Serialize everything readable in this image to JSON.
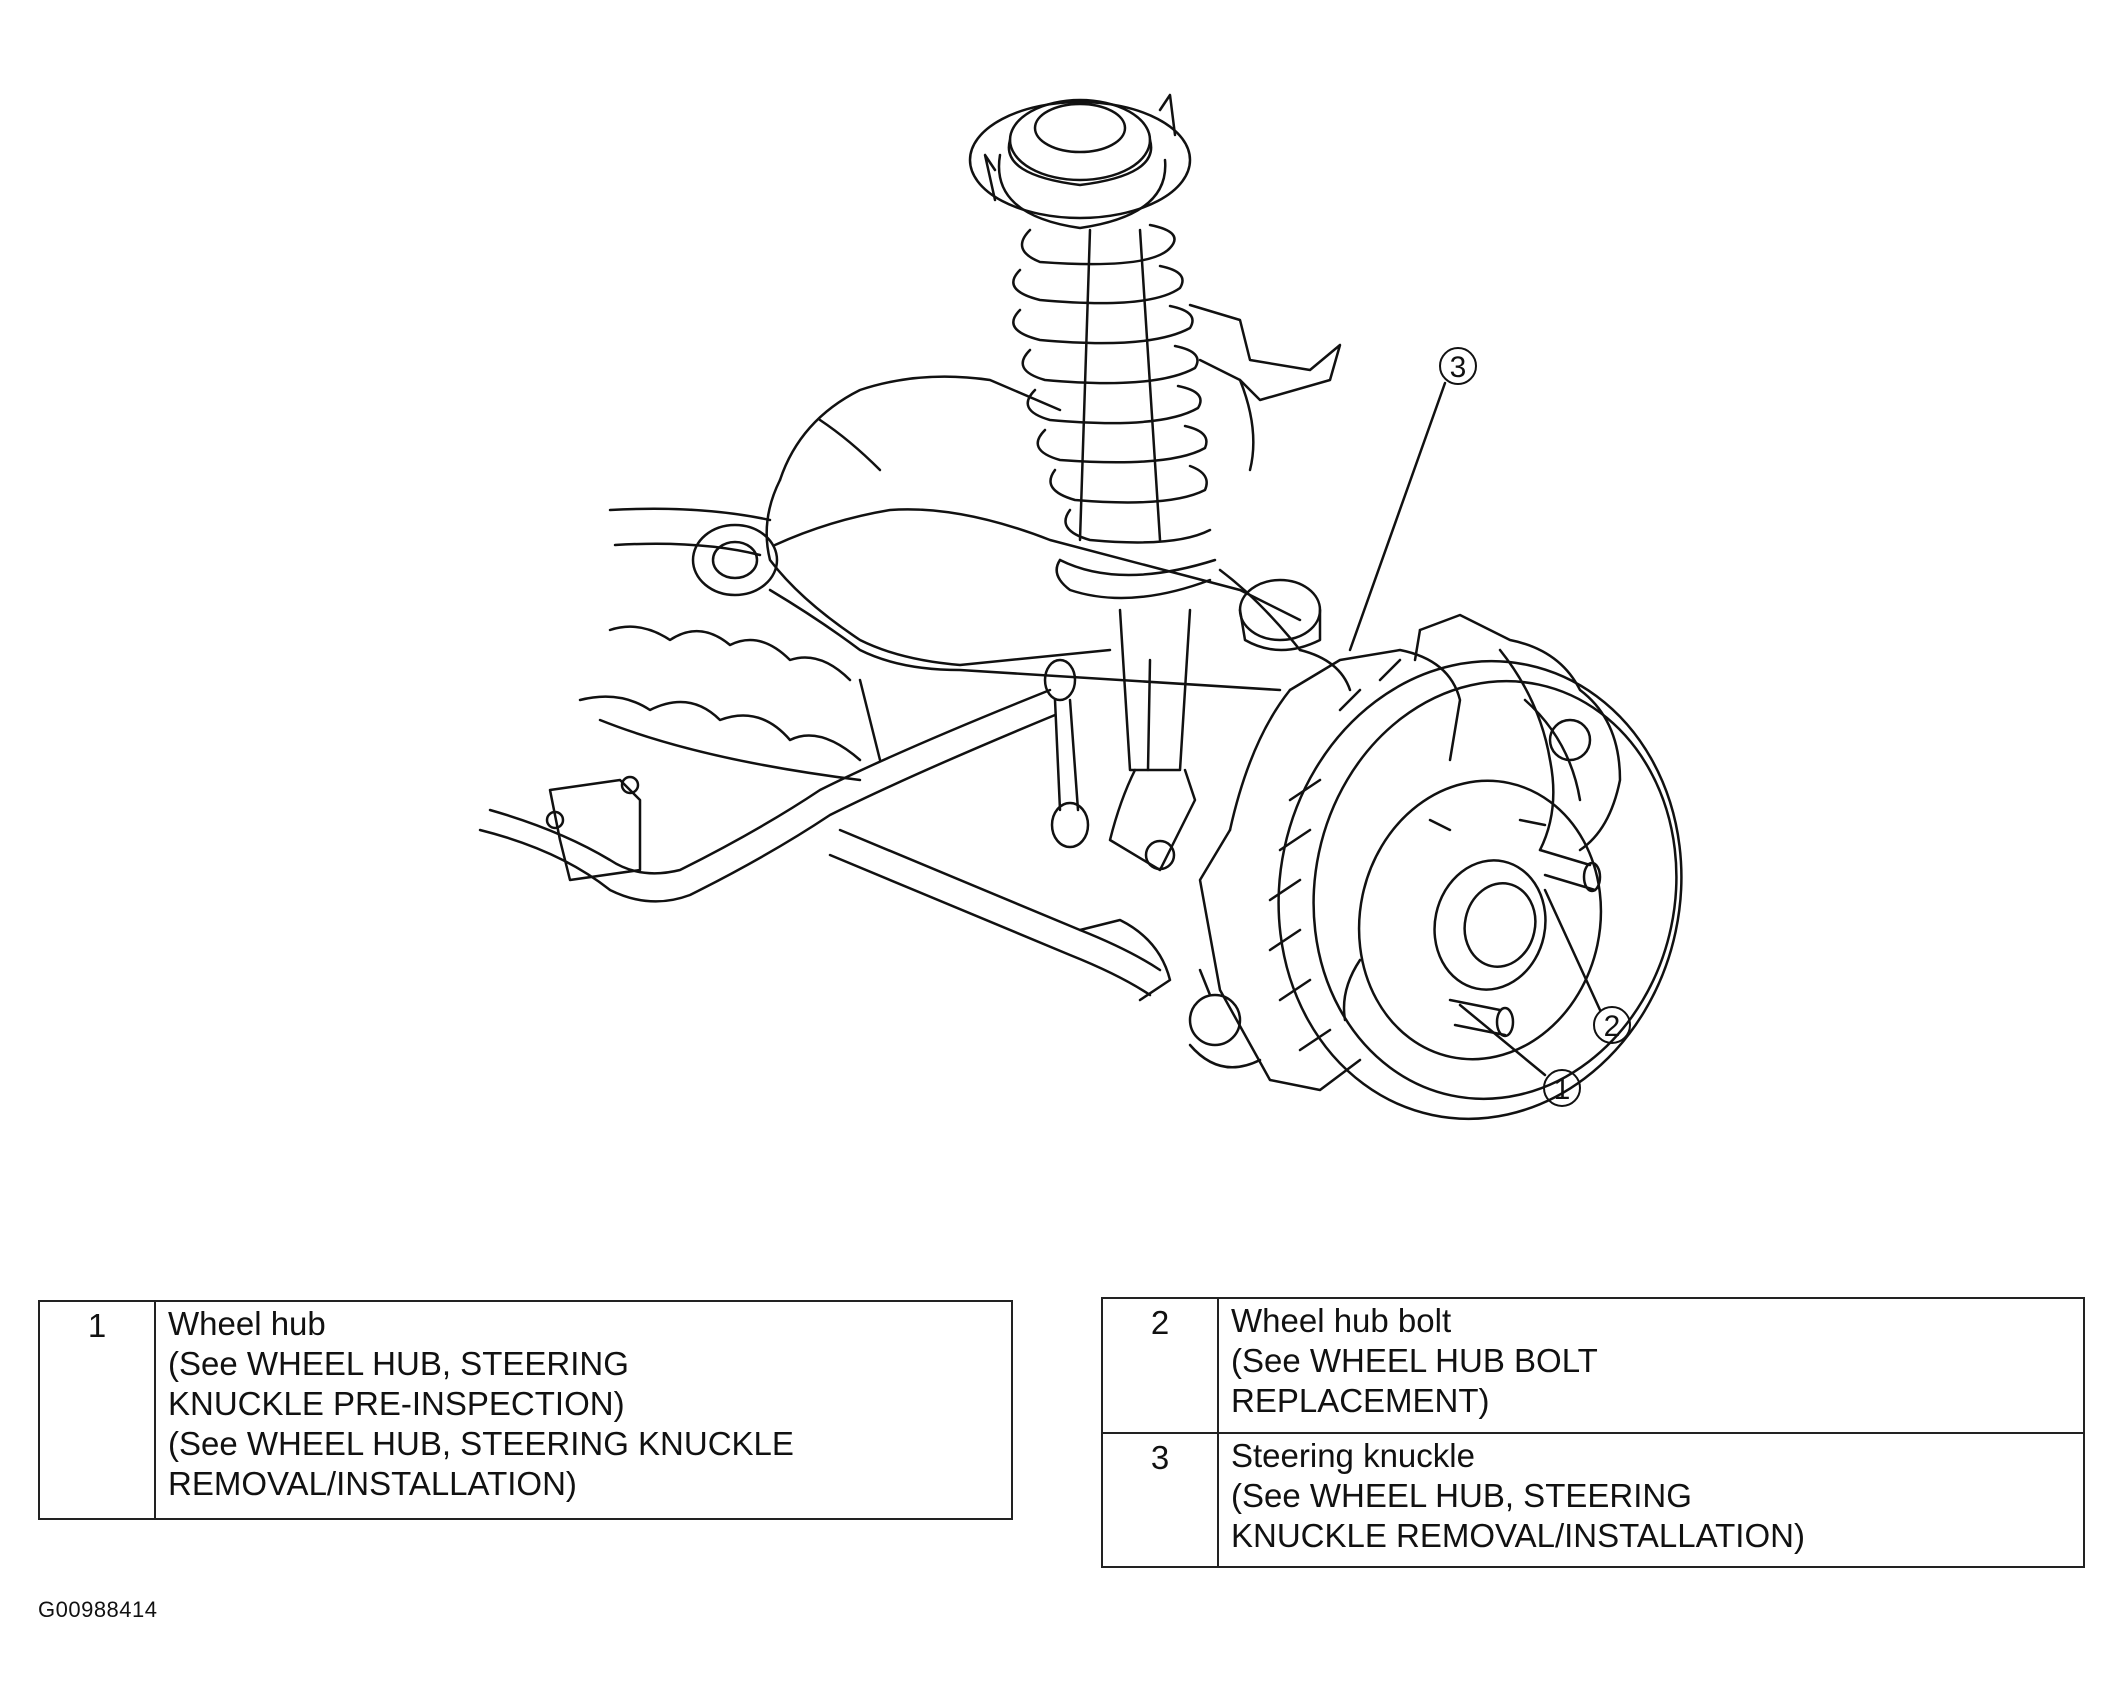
{
  "callouts": [
    {
      "number": "1"
    },
    {
      "number": "2"
    },
    {
      "number": "3"
    }
  ],
  "legend_left": [
    {
      "number": "1",
      "lines": [
        "Wheel hub",
        "(See WHEEL HUB, STEERING",
        "KNUCKLE PRE-INSPECTION)",
        "(See WHEEL HUB, STEERING KNUCKLE",
        "REMOVAL/INSTALLATION)"
      ]
    }
  ],
  "legend_right": [
    {
      "number": "2",
      "lines": [
        "Wheel hub bolt",
        "(See WHEEL HUB BOLT",
        "REPLACEMENT)"
      ]
    },
    {
      "number": "3",
      "lines": [
        "Steering knuckle",
        "(See WHEEL HUB, STEERING",
        "KNUCKLE REMOVAL/INSTALLATION)"
      ]
    }
  ],
  "figure_id": "G00988414"
}
